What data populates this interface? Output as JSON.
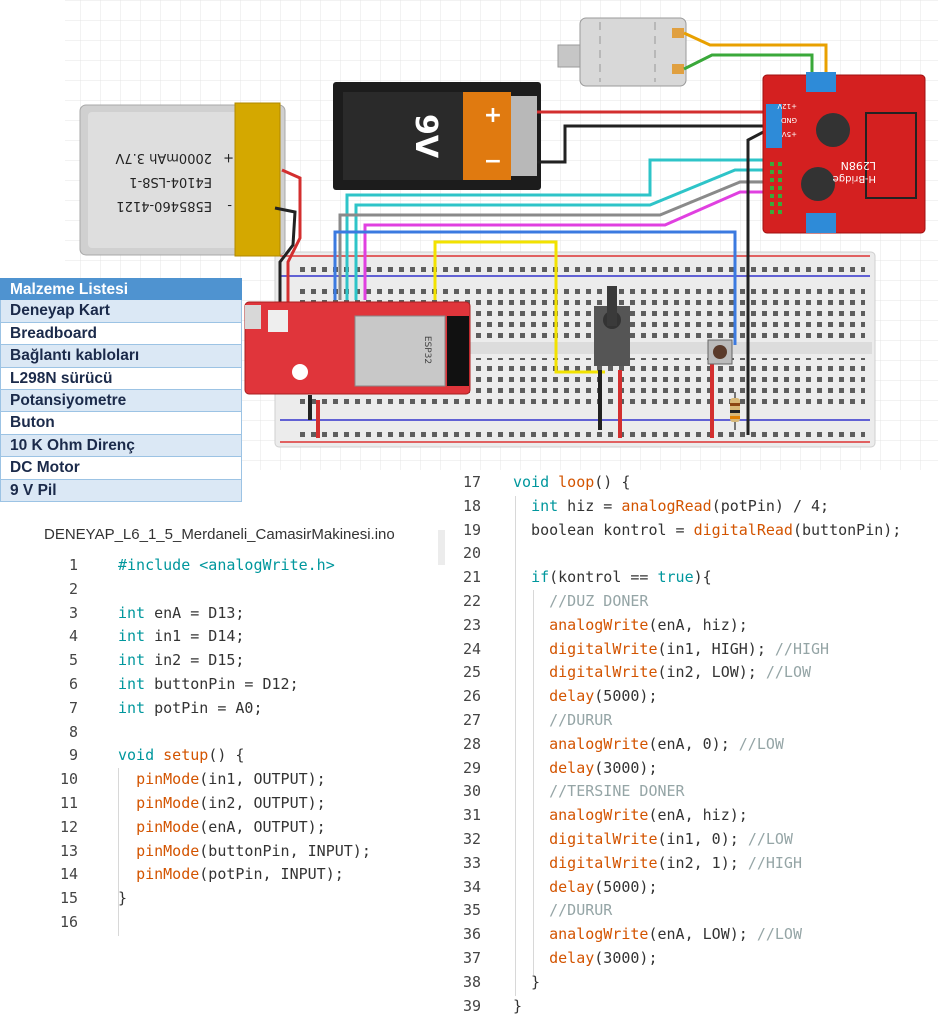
{
  "materials": {
    "header": "Malzeme Listesi",
    "items": [
      "Deneyap Kart",
      "Breadboard",
      "Bağlantı kabloları",
      "L298N sürücü",
      "Potansiyometre",
      "Buton",
      "10 K Ohm Direnç",
      "DC Motor",
      "9 V Pil"
    ]
  },
  "circuit": {
    "battery_lipo": {
      "line1": "E585460-4121",
      "line2": "E4104-LS8-1",
      "line3": "2000mAh 3.7V",
      "plus": "+",
      "minus": "-"
    },
    "battery_9v": {
      "label": "9V",
      "plus": "+",
      "minus": "−"
    },
    "driver": {
      "name": "L298N",
      "subtitle": "H-Bridge",
      "pin_12v": "+12V",
      "pin_gnd": "GND",
      "pin_5v": "+5V"
    },
    "mcu": {
      "module_text": "ESP32"
    },
    "colors": {
      "red": "#d32f2f",
      "black": "#222222",
      "cyan": "#2ec4c8",
      "magenta": "#e040e0",
      "yellow": "#f2e200",
      "blue": "#3b7ae0",
      "gray": "#8a8a8a",
      "green": "#3aa83a",
      "orange": "#e8a000",
      "driver": "#d42020",
      "board": "#e0353b"
    }
  },
  "code": {
    "filename": "DENEYAP_L6_1_5_Merdaneli_CamasirMakinesi.ino",
    "left": [
      {
        "n": "1",
        "t": [
          [
            "#include <analogWrite.h>",
            "kw"
          ]
        ]
      },
      {
        "n": "2",
        "t": []
      },
      {
        "n": "3",
        "t": [
          [
            "int",
            "kw"
          ],
          [
            " enA = D13;",
            ""
          ]
        ]
      },
      {
        "n": "4",
        "t": [
          [
            "int",
            "kw"
          ],
          [
            " in1 = D14;",
            ""
          ]
        ]
      },
      {
        "n": "5",
        "t": [
          [
            "int",
            "kw"
          ],
          [
            " in2 = D15;",
            ""
          ]
        ]
      },
      {
        "n": "6",
        "t": [
          [
            "int",
            "kw"
          ],
          [
            " buttonPin = D12;",
            ""
          ]
        ]
      },
      {
        "n": "7",
        "t": [
          [
            "int",
            "kw"
          ],
          [
            " potPin = A0;",
            ""
          ]
        ]
      },
      {
        "n": "8",
        "t": []
      },
      {
        "n": "9",
        "t": [
          [
            "void",
            "kw"
          ],
          [
            " ",
            ""
          ],
          [
            "setup",
            "fn"
          ],
          [
            "() {",
            ""
          ]
        ]
      },
      {
        "n": "10",
        "t": [
          [
            "  ",
            ""
          ],
          [
            "pinMode",
            "fn"
          ],
          [
            "(in1, OUTPUT);",
            ""
          ]
        ]
      },
      {
        "n": "11",
        "t": [
          [
            "  ",
            ""
          ],
          [
            "pinMode",
            "fn"
          ],
          [
            "(in2, OUTPUT);",
            ""
          ]
        ]
      },
      {
        "n": "12",
        "t": [
          [
            "  ",
            ""
          ],
          [
            "pinMode",
            "fn"
          ],
          [
            "(enA, OUTPUT);",
            ""
          ]
        ]
      },
      {
        "n": "13",
        "t": [
          [
            "  ",
            ""
          ],
          [
            "pinMode",
            "fn"
          ],
          [
            "(buttonPin, INPUT);",
            ""
          ]
        ]
      },
      {
        "n": "14",
        "t": [
          [
            "  ",
            ""
          ],
          [
            "pinMode",
            "fn"
          ],
          [
            "(potPin, INPUT);",
            ""
          ]
        ]
      },
      {
        "n": "15",
        "t": [
          [
            "}",
            ""
          ]
        ]
      },
      {
        "n": "16",
        "t": []
      }
    ],
    "right": [
      {
        "n": "17",
        "t": [
          [
            "void",
            "kw"
          ],
          [
            " ",
            ""
          ],
          [
            "loop",
            "fn"
          ],
          [
            "() {",
            ""
          ]
        ]
      },
      {
        "n": "18",
        "t": [
          [
            "  ",
            ""
          ],
          [
            "int",
            "kw"
          ],
          [
            " hiz = ",
            ""
          ],
          [
            "analogRead",
            "fn"
          ],
          [
            "(potPin) / 4;",
            ""
          ]
        ]
      },
      {
        "n": "19",
        "t": [
          [
            "  boolean kontrol = ",
            ""
          ],
          [
            "digitalRead",
            "fn"
          ],
          [
            "(buttonPin);",
            ""
          ]
        ]
      },
      {
        "n": "20",
        "t": []
      },
      {
        "n": "21",
        "t": [
          [
            "  ",
            ""
          ],
          [
            "if",
            "kw"
          ],
          [
            "(kontrol == ",
            ""
          ],
          [
            "true",
            "kw"
          ],
          [
            "){",
            ""
          ]
        ]
      },
      {
        "n": "22",
        "t": [
          [
            "    ",
            ""
          ],
          [
            "//DUZ DONER",
            "cm"
          ]
        ]
      },
      {
        "n": "23",
        "t": [
          [
            "    ",
            ""
          ],
          [
            "analogWrite",
            "fn"
          ],
          [
            "(enA, hiz);",
            ""
          ]
        ]
      },
      {
        "n": "24",
        "t": [
          [
            "    ",
            ""
          ],
          [
            "digitalWrite",
            "fn"
          ],
          [
            "(in1, HIGH); ",
            ""
          ],
          [
            "//HIGH",
            "cm"
          ]
        ]
      },
      {
        "n": "25",
        "t": [
          [
            "    ",
            ""
          ],
          [
            "digitalWrite",
            "fn"
          ],
          [
            "(in2, LOW); ",
            ""
          ],
          [
            "//LOW",
            "cm"
          ]
        ]
      },
      {
        "n": "26",
        "t": [
          [
            "    ",
            ""
          ],
          [
            "delay",
            "fn"
          ],
          [
            "(5000);",
            ""
          ]
        ]
      },
      {
        "n": "27",
        "t": [
          [
            "    ",
            ""
          ],
          [
            "//DURUR",
            "cm"
          ]
        ]
      },
      {
        "n": "28",
        "t": [
          [
            "    ",
            ""
          ],
          [
            "analogWrite",
            "fn"
          ],
          [
            "(enA, 0); ",
            ""
          ],
          [
            "//LOW",
            "cm"
          ]
        ]
      },
      {
        "n": "29",
        "t": [
          [
            "    ",
            ""
          ],
          [
            "delay",
            "fn"
          ],
          [
            "(3000);",
            ""
          ]
        ]
      },
      {
        "n": "30",
        "t": [
          [
            "    ",
            ""
          ],
          [
            "//TERSINE DONER",
            "cm"
          ]
        ]
      },
      {
        "n": "31",
        "t": [
          [
            "    ",
            ""
          ],
          [
            "analogWrite",
            "fn"
          ],
          [
            "(enA, hiz);",
            ""
          ]
        ]
      },
      {
        "n": "32",
        "t": [
          [
            "    ",
            ""
          ],
          [
            "digitalWrite",
            "fn"
          ],
          [
            "(in1, 0); ",
            ""
          ],
          [
            "//LOW",
            "cm"
          ]
        ]
      },
      {
        "n": "33",
        "t": [
          [
            "    ",
            ""
          ],
          [
            "digitalWrite",
            "fn"
          ],
          [
            "(in2, 1); ",
            ""
          ],
          [
            "//HIGH",
            "cm"
          ]
        ]
      },
      {
        "n": "34",
        "t": [
          [
            "    ",
            ""
          ],
          [
            "delay",
            "fn"
          ],
          [
            "(5000);",
            ""
          ]
        ]
      },
      {
        "n": "35",
        "t": [
          [
            "    ",
            ""
          ],
          [
            "//DURUR",
            "cm"
          ]
        ]
      },
      {
        "n": "36",
        "t": [
          [
            "    ",
            ""
          ],
          [
            "analogWrite",
            "fn"
          ],
          [
            "(enA, LOW); ",
            ""
          ],
          [
            "//LOW",
            "cm"
          ]
        ]
      },
      {
        "n": "37",
        "t": [
          [
            "    ",
            ""
          ],
          [
            "delay",
            "fn"
          ],
          [
            "(3000);",
            ""
          ]
        ]
      },
      {
        "n": "38",
        "t": [
          [
            "  }",
            ""
          ]
        ]
      },
      {
        "n": "39",
        "t": [
          [
            "}",
            ""
          ]
        ]
      }
    ]
  }
}
